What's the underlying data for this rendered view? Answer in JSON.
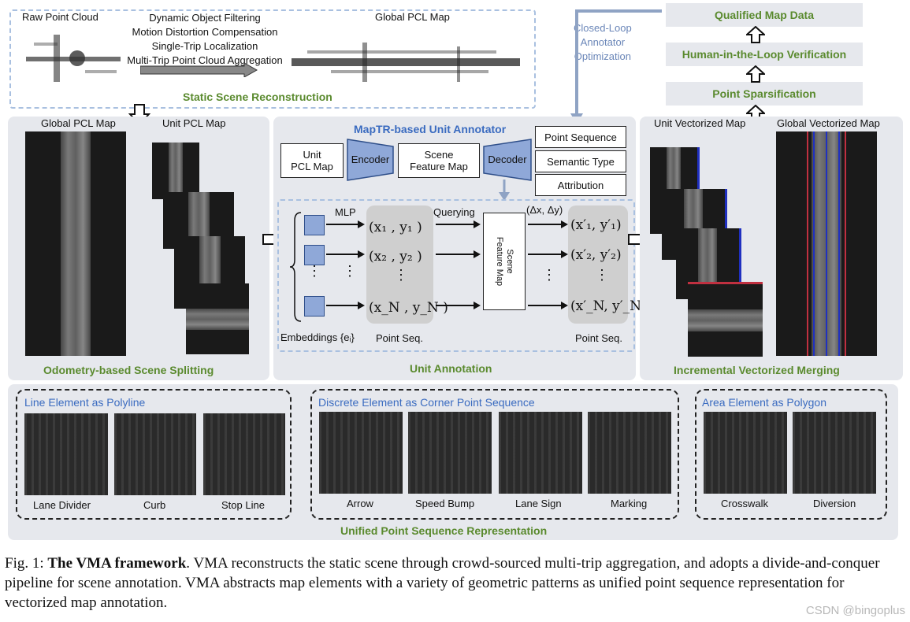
{
  "top": {
    "raw_point_cloud": "Raw Point Cloud",
    "steps": [
      "Dynamic Object Filtering",
      "Motion Distortion Compensation",
      "Single-Trip Localization",
      "Multi-Trip Point Cloud Aggregation"
    ],
    "global_pcl_map": "Global PCL Map",
    "section_title": "Static Scene Reconstruction",
    "loop_label_1": "Closed-Loop",
    "loop_label_2": "Annotator",
    "loop_label_3": "Optimization",
    "qualified": "Qualified Map Data",
    "human": "Human-in-the-Loop Verification",
    "sparsification": "Point Sparsification"
  },
  "left": {
    "global_pcl": "Global PCL Map",
    "unit_pcl": "Unit PCL Map",
    "title": "Odometry-based Scene Splitting"
  },
  "middle": {
    "annotator_title": "MapTR-based Unit Annotator",
    "unit_pcl_1": "Unit",
    "unit_pcl_2": "PCL Map",
    "encoder": "Encoder",
    "scene_feat_1": "Scene",
    "scene_feat_2": "Feature Map",
    "decoder": "Decoder",
    "outputs": [
      "Point Sequence",
      "Semantic Type",
      "Attribution"
    ],
    "mlp": "MLP",
    "querying": "Querying",
    "delta": "(Δx, Δy)",
    "in_points": [
      "(x₁ , y₁ )",
      "(x₂ , y₂ )",
      "(x_N , y_N )"
    ],
    "out_points": [
      "(x′₁, y′₁)",
      "(x′₂, y′₂)",
      "(x′_N, y′_N)"
    ],
    "scene_box_1": "Scene",
    "scene_box_2": "Feature Map",
    "embeddings": "Embeddings {eᵢ}",
    "point_seq_left": "Point Seq.",
    "point_seq_right": "Point Seq.",
    "title": "Unit Annotation"
  },
  "right": {
    "unit_vec": "Unit Vectorized Map",
    "global_vec": "Global Vectorized Map",
    "title": "Incremental Vectorized Merging"
  },
  "bottom": {
    "line_title": "Line Element as Polyline",
    "line_items": [
      "Lane Divider",
      "Curb",
      "Stop Line"
    ],
    "discrete_title": "Discrete Element as Corner Point Sequence",
    "discrete_items": [
      "Arrow",
      "Speed Bump",
      "Lane Sign",
      "Marking"
    ],
    "area_title": "Area Element as Polygon",
    "area_items": [
      "Crosswalk",
      "Diversion"
    ],
    "title": "Unified Point Sequence Representation"
  },
  "caption": {
    "prefix": "Fig. 1: ",
    "bold": "The VMA framework",
    "text": ". VMA reconstructs the static scene through crowd-sourced multi-trip aggregation, and adopts a divide-and-conquer pipeline for scene annotation. VMA abstracts map elements with a variety of geometric patterns as unified point sequence representation for vectorized map annotation."
  },
  "watermark": "CSDN @bingoplus",
  "colors": {
    "green": "#5a8a2e",
    "blue": "#2f5fb3",
    "panel": "#e6e8ed",
    "query": "#8fa8d8"
  }
}
